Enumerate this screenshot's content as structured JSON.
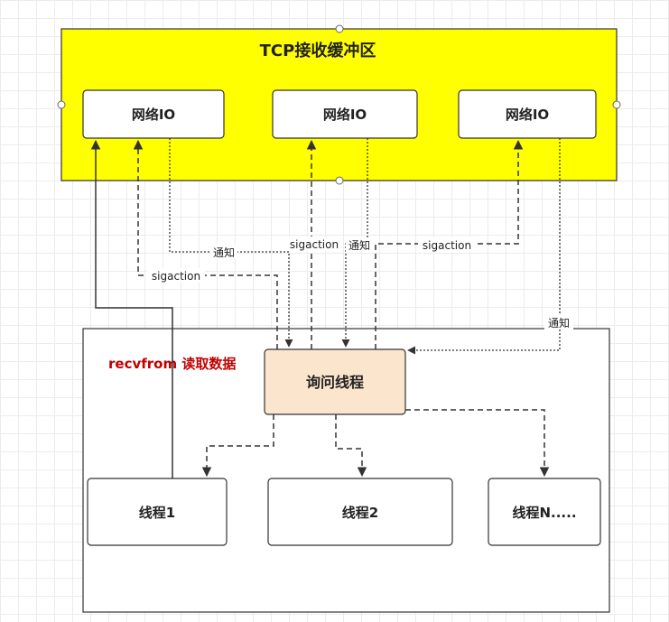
{
  "buffer": {
    "title": "TCP接收缓冲区"
  },
  "io_boxes": [
    {
      "label": "网络IO"
    },
    {
      "label": "网络IO"
    },
    {
      "label": "网络IO"
    }
  ],
  "query_thread": {
    "label": "询问线程"
  },
  "recv_note": "recvfrom 读取数据",
  "threads": [
    {
      "label": "线程1"
    },
    {
      "label": "线程2"
    },
    {
      "label": "线程N....."
    }
  ],
  "edge_labels": {
    "notify_1": "通知",
    "sigaction_1": "sigaction",
    "sigaction_2": "sigaction",
    "notify_2": "通知",
    "sigaction_3": "sigaction",
    "notify_3": "通知"
  },
  "colors": {
    "buffer_fill": "#ffff00",
    "query_fill": "#fce5cd",
    "recv_text": "#c00000",
    "stroke": "#333333"
  }
}
